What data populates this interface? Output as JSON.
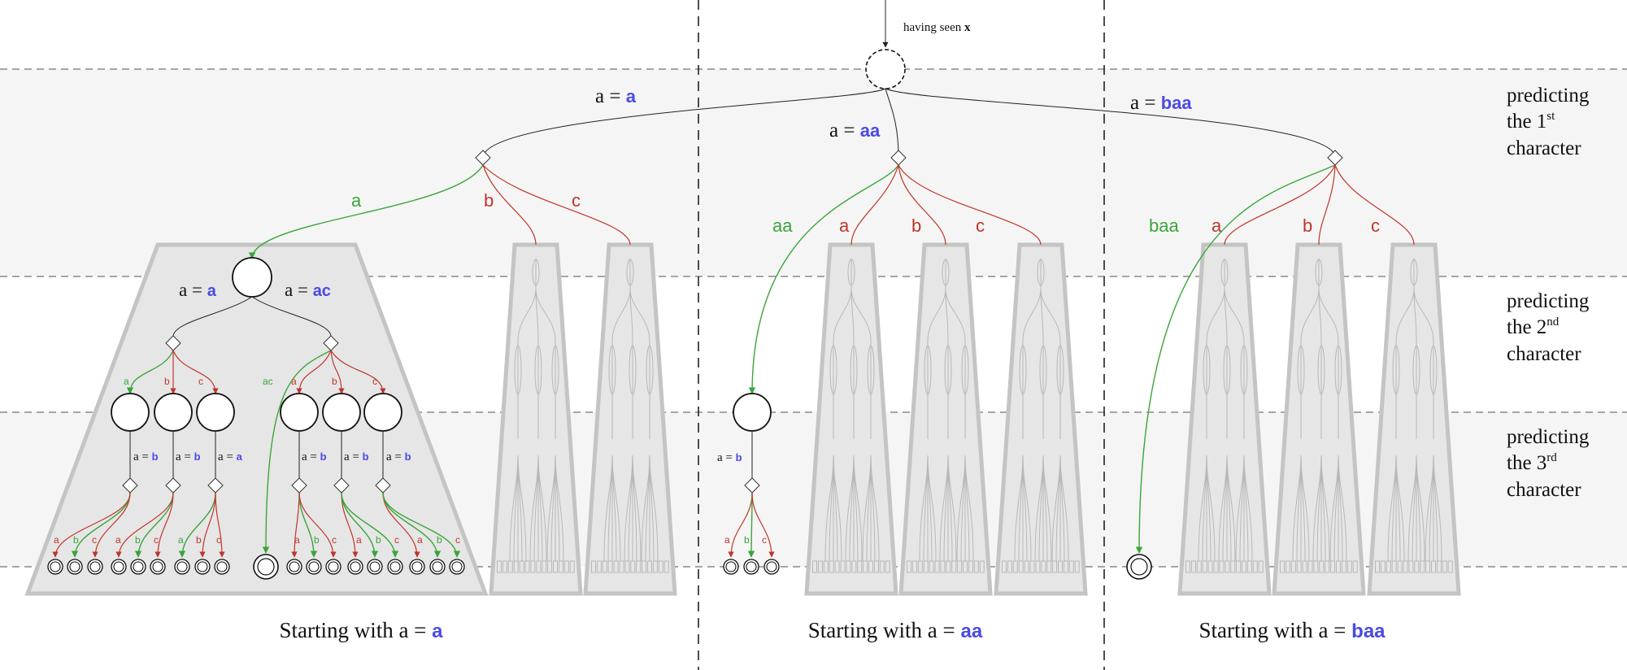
{
  "top_label": {
    "prefix": "having seen ",
    "var": "x"
  },
  "rows": [
    {
      "line1": "predicting",
      "line2": "the 1",
      "sup": "st",
      "line3": "character"
    },
    {
      "line1": "predicting",
      "line2": "the 2",
      "sup": "nd",
      "line3": "character"
    },
    {
      "line1": "predicting",
      "line2": "the 3",
      "sup": "rd",
      "line3": "character"
    }
  ],
  "assign_prefix": "a = ",
  "top_assignments": [
    "a",
    "aa",
    "baa"
  ],
  "group_a": {
    "first_edges": [
      "a",
      "b",
      "c"
    ],
    "inner_assignments": [
      "a",
      "ac"
    ],
    "left_edges": [
      "a",
      "b",
      "c"
    ],
    "right_edges": [
      "ac",
      "a",
      "b",
      "c"
    ],
    "left_node_assign": [
      "b",
      "b",
      "a"
    ],
    "right_node_assign": [
      "b",
      "b",
      "b"
    ],
    "leaf_labels": [
      [
        "a",
        "b",
        "c"
      ],
      [
        "a",
        "b",
        "c"
      ],
      [
        "a",
        "b",
        "c"
      ],
      [
        "a",
        "b",
        "c"
      ],
      [
        "a",
        "b",
        "c"
      ],
      [
        "a",
        "b",
        "c"
      ]
    ]
  },
  "group_aa": {
    "first_edges": [
      "aa",
      "a",
      "b",
      "c"
    ],
    "node_assign": "b",
    "leaf_labels": [
      "a",
      "b",
      "c"
    ]
  },
  "group_baa": {
    "first_edges": [
      "baa",
      "a",
      "b",
      "c"
    ]
  },
  "captions": [
    {
      "prefix": "Starting with a = ",
      "value": "a"
    },
    {
      "prefix": "Starting with a = ",
      "value": "aa"
    },
    {
      "prefix": "Starting with a = ",
      "value": "baa"
    }
  ]
}
